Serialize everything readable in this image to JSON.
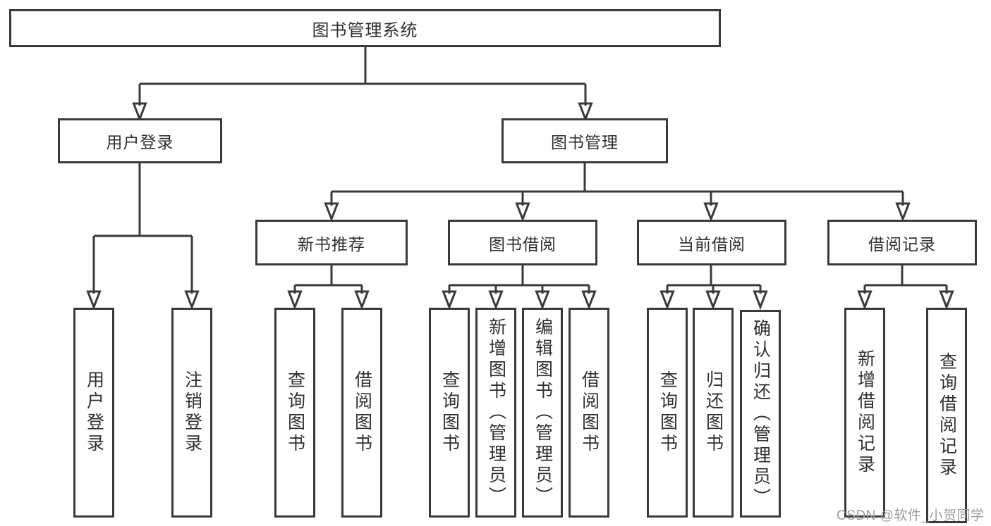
{
  "tree": {
    "root": {
      "label": "图书管理系统",
      "children": [
        {
          "label": "用户登录",
          "children": [
            {
              "label": "用户登录"
            },
            {
              "label": "注销登录"
            }
          ]
        },
        {
          "label": "图书管理",
          "children": [
            {
              "label": "新书推荐",
              "children": [
                {
                  "label": "查询图书"
                },
                {
                  "label": "借阅图书"
                }
              ]
            },
            {
              "label": "图书借阅",
              "children": [
                {
                  "label": "查询图书"
                },
                {
                  "label": "新增图书（管理员）"
                },
                {
                  "label": "编辑图书（管理员）"
                },
                {
                  "label": "借阅图书"
                }
              ]
            },
            {
              "label": "当前借阅",
              "children": [
                {
                  "label": "查询图书"
                },
                {
                  "label": "归还图书"
                },
                {
                  "label": "确认归还（管理员）"
                }
              ]
            },
            {
              "label": "借阅记录",
              "children": [
                {
                  "label": "新增借阅记录"
                },
                {
                  "label": "查询借阅记录"
                }
              ]
            }
          ]
        }
      ]
    }
  },
  "watermark": {
    "text": "CSDN @软件_小贺同学"
  },
  "colors": {
    "line": "#3a3a3a",
    "text": "#303030",
    "background": "#ffffff",
    "watermark": "#9c9c9c"
  }
}
